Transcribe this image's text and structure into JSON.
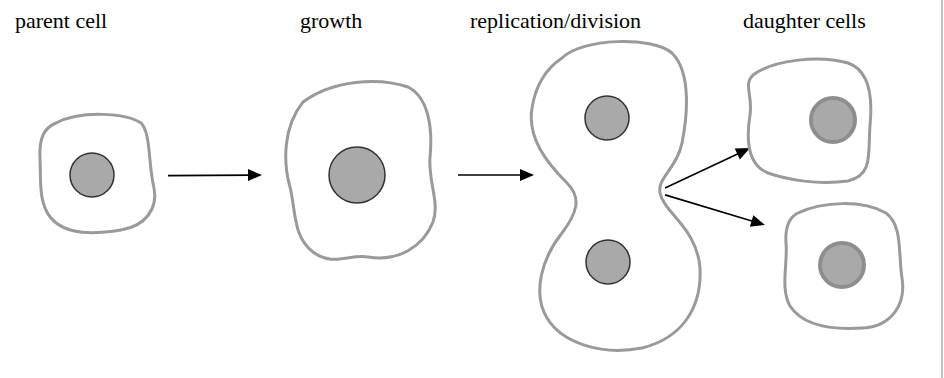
{
  "diagram": {
    "nodes": [
      {
        "text": [
          "parent cell"
        ]
      },
      {
        "text": [
          "growth"
        ]
      },
      {
        "text": [
          "replication/division"
        ]
      },
      {
        "text": [
          "daughter cells"
        ]
      }
    ],
    "edges": [
      {
        "from": 0,
        "to": 1,
        "arrow": "to"
      },
      {
        "from": 1,
        "to": 2,
        "arrow": "to"
      },
      {
        "from": 2,
        "to": 3,
        "arrow": "to"
      },
      {
        "from": 2,
        "to": 3,
        "arrow": "to"
      }
    ]
  }
}
